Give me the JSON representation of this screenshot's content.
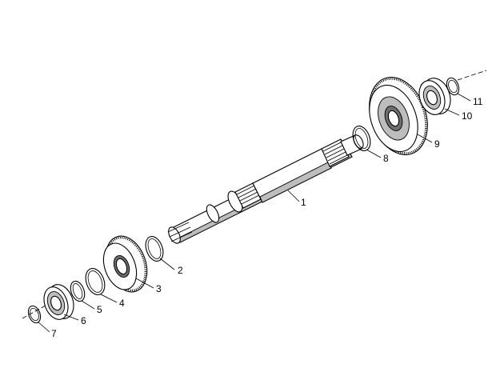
{
  "diagram": {
    "callouts": [
      {
        "id": "1",
        "label": "1"
      },
      {
        "id": "2",
        "label": "2"
      },
      {
        "id": "3",
        "label": "3"
      },
      {
        "id": "4",
        "label": "4"
      },
      {
        "id": "5",
        "label": "5"
      },
      {
        "id": "6",
        "label": "6"
      },
      {
        "id": "7",
        "label": "7"
      },
      {
        "id": "8",
        "label": "8"
      },
      {
        "id": "9",
        "label": "9"
      },
      {
        "id": "10",
        "label": "10"
      },
      {
        "id": "11",
        "label": "11"
      }
    ],
    "colors": {
      "line": "#000000",
      "background": "#ffffff",
      "shade": "#bdbdbd"
    }
  }
}
